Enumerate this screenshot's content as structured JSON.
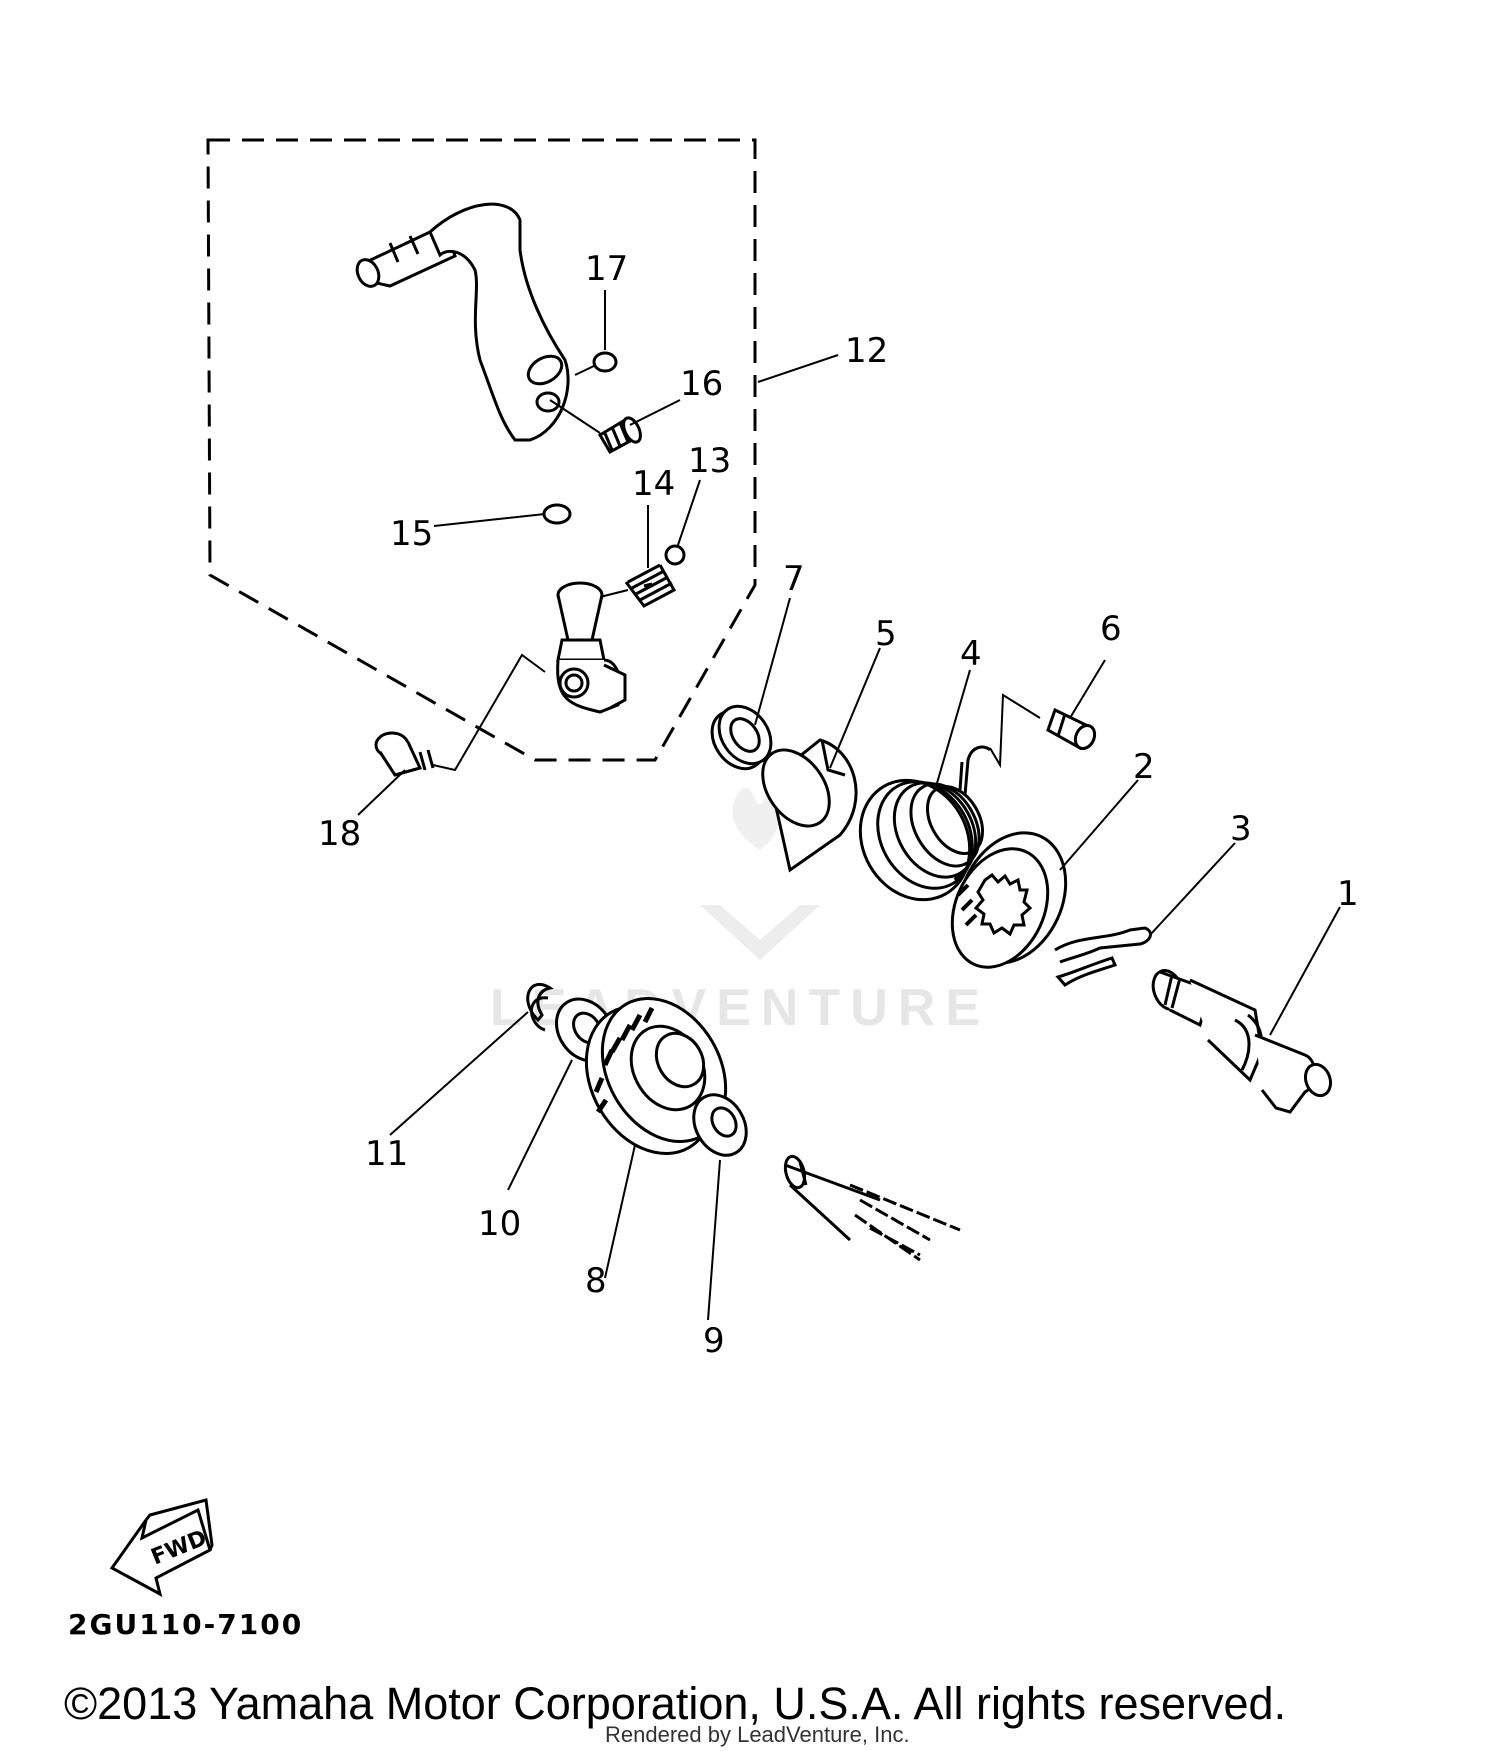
{
  "callouts": [
    {
      "id": "1",
      "label": "1"
    },
    {
      "id": "2",
      "label": "2"
    },
    {
      "id": "3",
      "label": "3"
    },
    {
      "id": "4",
      "label": "4"
    },
    {
      "id": "5",
      "label": "5"
    },
    {
      "id": "6",
      "label": "6"
    },
    {
      "id": "7",
      "label": "7"
    },
    {
      "id": "8",
      "label": "8"
    },
    {
      "id": "9",
      "label": "9"
    },
    {
      "id": "10",
      "label": "10"
    },
    {
      "id": "11",
      "label": "11"
    },
    {
      "id": "12",
      "label": "12"
    },
    {
      "id": "13",
      "label": "13"
    },
    {
      "id": "14",
      "label": "14"
    },
    {
      "id": "15",
      "label": "15"
    },
    {
      "id": "16",
      "label": "16"
    },
    {
      "id": "17",
      "label": "17"
    },
    {
      "id": "18",
      "label": "18"
    }
  ],
  "fwd_label": "FWD",
  "diagram_code": "2GU110-7100",
  "watermark": "LEADVENTURE",
  "copyright": "©2013 Yamaha Motor Corporation, U.S.A. All rights reserved.",
  "rendered_by": "Rendered by LeadVenture, Inc."
}
